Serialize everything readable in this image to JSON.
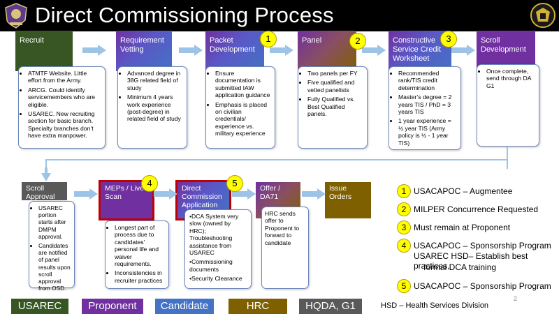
{
  "title": "Direct Commissioning Process",
  "steps_row1": [
    {
      "label": "Recruit",
      "items": [
        "ATMTF Website. Little effort from the Army.",
        "ARCG. Could identify servicemembers who are eligible.",
        "USAREC. New recruiting section for basic branch. Specialty branches don’t have extra manpower."
      ]
    },
    {
      "label": "Requirement Vetting",
      "items": [
        "Advanced degree in 38G related field of study",
        "Minimum 4 years work experience (post-degree) in related field of study"
      ]
    },
    {
      "label": "Packet Development",
      "badge": "1",
      "items": [
        "Ensure documentation is submitted IAW application guidance",
        "Emphasis is placed on civilian credentials/ experience vs. military experience"
      ]
    },
    {
      "label": "Panel",
      "badge": "2",
      "items": [
        "Two panels per FY",
        "Five qualified and vetted panelists",
        "Fully Qualified vs. Best Qualified panels."
      ]
    },
    {
      "label": "Constructive Service Credit Worksheet",
      "badge": "3",
      "items": [
        "Recommended rank/TIS credit determination",
        "Master’s degree = 2 years TIS / PhD = 3 years TIS",
        "1 year experience = ½ year TIS (Army policy is ½ - 1 year TIS)"
      ]
    },
    {
      "label": "Scroll Development",
      "items": [
        "Once complete, send through DA G1"
      ]
    }
  ],
  "steps_row2": [
    {
      "label": "Scroll Approval",
      "items": [
        "USAREC portion starts after DMPM approval.",
        "Candidates are notified of panel results upon scroll approval from OSD."
      ]
    },
    {
      "label": "MEPs / Live Scan",
      "badge": "4",
      "items": [
        "Longest part of process due to candidates’ personal life and waiver requirements.",
        "Inconsistencies in recruiter practices"
      ]
    },
    {
      "label": "Direct Commission Application",
      "badge": "5",
      "items": [
        "•DCA System very slow (owned by HRC); Troubleshooting assistance from USAREC",
        "•Commissioning documents",
        "•Security Clearance"
      ]
    },
    {
      "label": "Offer / DA71",
      "text": "HRC sends offer to Proponent to forward to candidate"
    },
    {
      "label": "Issue Orders"
    }
  ],
  "notes": [
    {
      "num": "1",
      "text": "USACAPOC – Augmentee"
    },
    {
      "num": "2",
      "text": "MILPER Concurrence  Requested"
    },
    {
      "num": "3",
      "text": "Must remain at Proponent"
    },
    {
      "num": "4",
      "text": "USACAPOC – Sponsorship Program",
      "line2": "USAREC HSD– Establish best practices,",
      "line3": "formal DCA training"
    },
    {
      "num": "5",
      "text": "USACAPOC – Sponsorship Program"
    }
  ],
  "legend": [
    {
      "label": "USAREC",
      "color": "#375623"
    },
    {
      "label": "Proponent",
      "color": "#7030a0"
    },
    {
      "label": "Candidate",
      "color": "#4472c4"
    },
    {
      "label": "HRC",
      "color": "#7f6000"
    },
    {
      "label": "HQDA, G1",
      "color": "#595959"
    }
  ],
  "footnote": "HSD – Health Services Division",
  "page_number": "2",
  "colors": {
    "usarec": "#375623",
    "proponent": "#7030a0",
    "candidate": "#4472c4",
    "hrc": "#7f6000",
    "hqda": "#595959",
    "badge": "#ffff00",
    "arrow": "#9dc3e6"
  }
}
